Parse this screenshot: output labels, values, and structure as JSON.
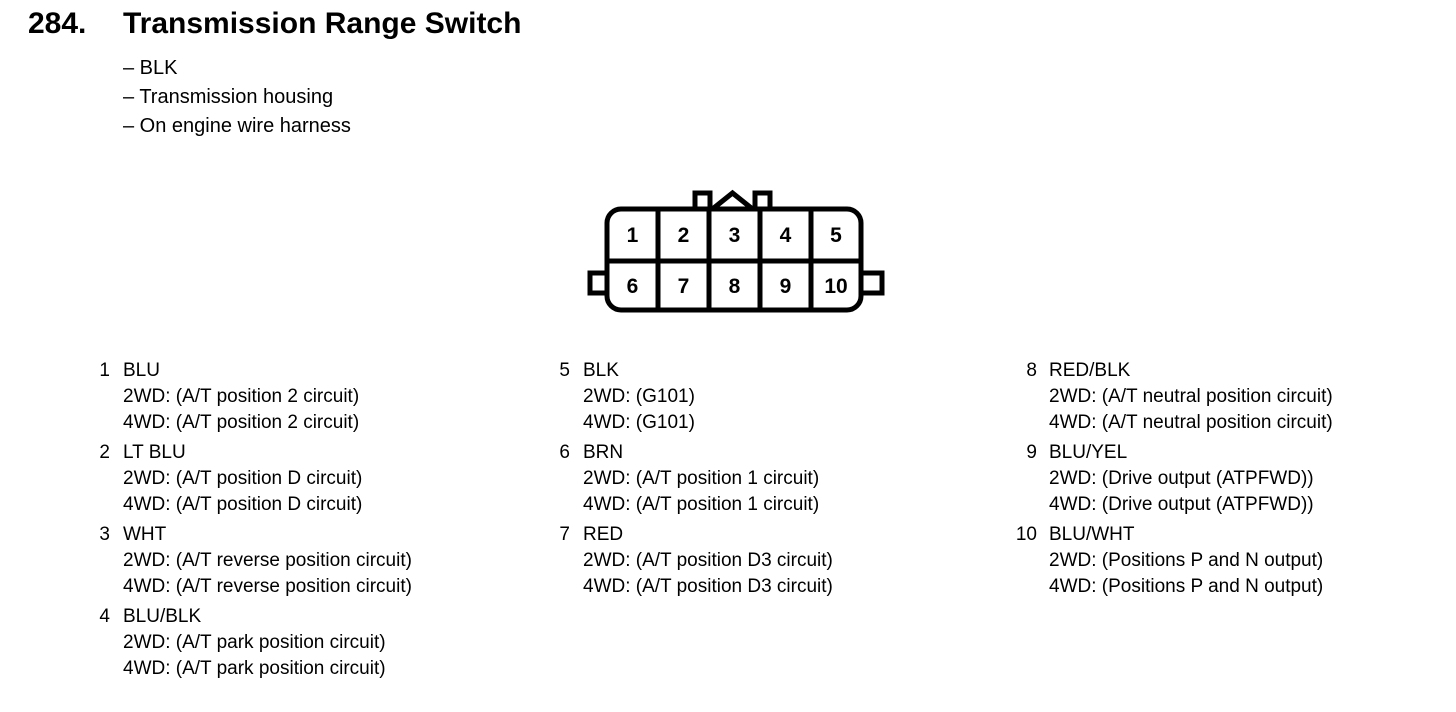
{
  "header": {
    "number": "284.",
    "title": "Transmission Range Switch"
  },
  "notes": [
    "– BLK",
    "– Transmission housing",
    "– On engine wire harness"
  ],
  "connector": {
    "rows": [
      [
        "1",
        "2",
        "3",
        "4",
        "5"
      ],
      [
        "6",
        "7",
        "8",
        "9",
        "10"
      ]
    ]
  },
  "pin_columns": [
    {
      "entries": [
        {
          "pin": "1",
          "wire": "BLU",
          "detail_2wd": "2WD: (A/T position 2 circuit)",
          "detail_4wd": "4WD: (A/T position 2 circuit)"
        },
        {
          "pin": "2",
          "wire": "LT BLU",
          "detail_2wd": "2WD: (A/T position D circuit)",
          "detail_4wd": "4WD: (A/T position D circuit)"
        },
        {
          "pin": "3",
          "wire": "WHT",
          "detail_2wd": "2WD: (A/T reverse position circuit)",
          "detail_4wd": "4WD: (A/T reverse position circuit)"
        },
        {
          "pin": "4",
          "wire": "BLU/BLK",
          "detail_2wd": "2WD: (A/T park position circuit)",
          "detail_4wd": "4WD: (A/T park position circuit)"
        }
      ]
    },
    {
      "entries": [
        {
          "pin": "5",
          "wire": "BLK",
          "detail_2wd": "2WD: (G101)",
          "detail_4wd": "4WD: (G101)"
        },
        {
          "pin": "6",
          "wire": "BRN",
          "detail_2wd": "2WD: (A/T position 1 circuit)",
          "detail_4wd": "4WD: (A/T position 1 circuit)"
        },
        {
          "pin": "7",
          "wire": "RED",
          "detail_2wd": "2WD: (A/T position D3 circuit)",
          "detail_4wd": "4WD: (A/T position D3 circuit)"
        }
      ]
    },
    {
      "entries": [
        {
          "pin": "8",
          "wire": "RED/BLK",
          "detail_2wd": "2WD: (A/T neutral position circuit)",
          "detail_4wd": "4WD: (A/T neutral position circuit)"
        },
        {
          "pin": "9",
          "wire": "BLU/YEL",
          "detail_2wd": "2WD: (Drive output (ATPFWD))",
          "detail_4wd": "4WD: (Drive output (ATPFWD))"
        },
        {
          "pin": "10",
          "wire": "BLU/WHT",
          "detail_2wd": "2WD: (Positions P and N output)",
          "detail_4wd": "4WD: (Positions P and N output)"
        }
      ]
    }
  ],
  "colors": {
    "ink": "#000000",
    "paper": "#ffffff"
  }
}
